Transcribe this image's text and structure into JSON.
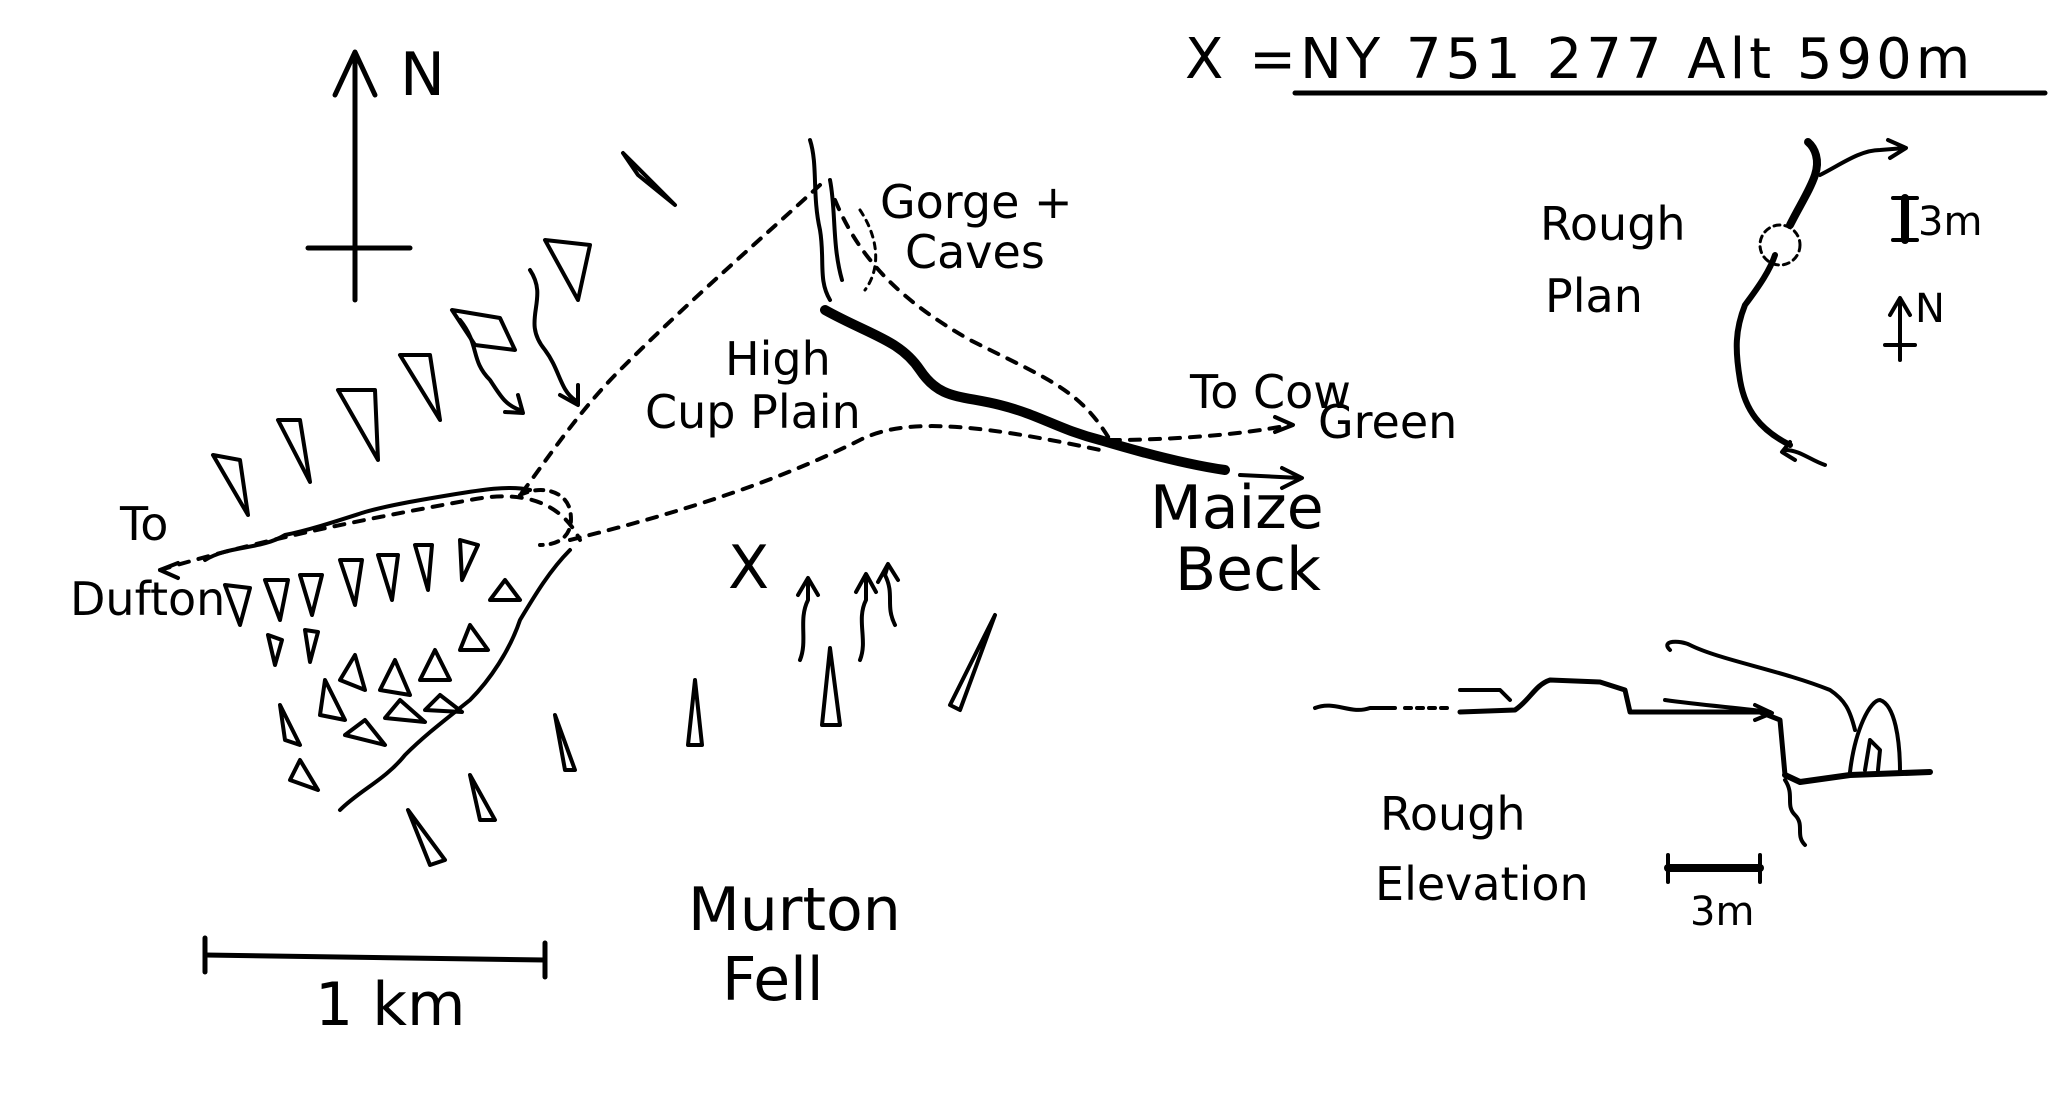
{
  "grid_ref": {
    "prefix": "X =",
    "text": "NY 751 277   Alt 590m"
  },
  "north_label": "N",
  "scale_main": "1 km",
  "places": {
    "gorge": [
      "Gorge +",
      "Caves"
    ],
    "high_cup_plain": [
      "High",
      "Cup Plain"
    ],
    "to_cow_green": [
      "To Cow",
      "Green"
    ],
    "maize_beck": [
      "Maize",
      "Beck"
    ],
    "to_dufton": [
      "To",
      "Dufton"
    ],
    "murton_fell": [
      "Murton",
      "Fell"
    ],
    "cave_marker": "X"
  },
  "inset_plan": {
    "title": [
      "Rough",
      "Plan"
    ],
    "scale": "3m",
    "north": "N"
  },
  "inset_elevation": {
    "title": [
      "Rough",
      "Elevation"
    ],
    "scale": "3m"
  },
  "colors": {
    "ink": "#000000",
    "paper": "#ffffff"
  }
}
